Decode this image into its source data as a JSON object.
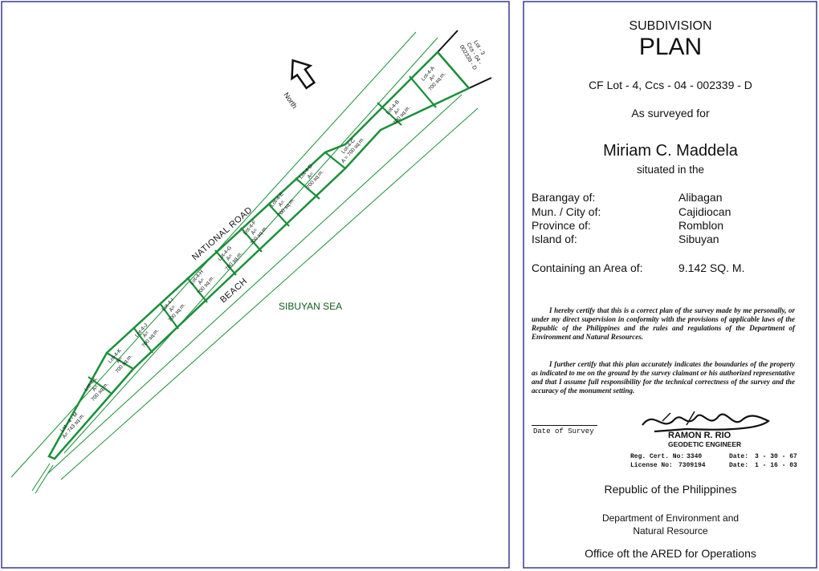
{
  "map": {
    "road_label": "NATIONAL ROAD",
    "beach_label": "BEACH",
    "sea_label": "SIBUYAN SEA",
    "north_label": "North",
    "adjacent_lot": [
      "Lot - 3",
      "Ccs - 04 -",
      "002339 - D"
    ],
    "lots": [
      {
        "name": "Lot-4-A",
        "area_label": "A=",
        "area": "700 sq.m."
      },
      {
        "name": "Lot-4-B",
        "area_label": "A=",
        "area": "700 sq.m."
      },
      {
        "name": "Lot-4-C",
        "area_label": "",
        "area": "A = 700 sq.m."
      },
      {
        "name": "Lot-4-D",
        "area_label": "A=",
        "area": "700 sq.m."
      },
      {
        "name": "Lot-4-E",
        "area_label": "A=",
        "area": "700 sq.m."
      },
      {
        "name": "Lot-4-F",
        "area_label": "A=",
        "area": "700 sq.m."
      },
      {
        "name": "Lot-4-G",
        "area_label": "A=",
        "area": "700 sq.m."
      },
      {
        "name": "Lot-4-H",
        "area_label": "A=",
        "area": "700 sq.m."
      },
      {
        "name": "Lot-4-I",
        "area_label": "A=",
        "area": "700 sq.m."
      },
      {
        "name": "Lot-4-J",
        "area_label": "A=",
        "area": "700 sq.m."
      },
      {
        "name": "Lot-4-K",
        "area_label": "A=",
        "area": "700 sq.m."
      },
      {
        "name": "Lot-4-L",
        "area_label": "A=",
        "area": "700 sq.m."
      },
      {
        "name": "Lot - 4 - M",
        "area_label": "",
        "area": "A= 743 sq.m."
      }
    ],
    "colors": {
      "lot_line": "#1a8f3a",
      "road_line": "#1a8f3a",
      "border": "#3a3a8f"
    }
  },
  "title": {
    "line1": "SUBDIVISION",
    "line2": "PLAN",
    "lot_ref": "CF Lot - 4, Ccs - 04 - 002339 - D",
    "surveyed_for": "As surveyed for",
    "owner": "Miriam C. Maddela",
    "situated": "situated in the"
  },
  "location": {
    "barangay_label": "Barangay of:",
    "barangay": "Alibagan",
    "city_label": "Mun. / City of:",
    "city": "Cajidiocan",
    "province_label": "Province of:",
    "province": "Romblon",
    "island_label": "Island of:",
    "island": "Sibuyan",
    "area_label": "Containing an Area of:",
    "area": "9.142 SQ. M."
  },
  "certification": {
    "para1": "I hereby certify that this is a correct plan of the survey made by me personally, or under my direct supervision in conformity with the provisions of applicable laws of the Republic of the Philippines and the rules and regulations of the Department of Environment and Natural Resources.",
    "para2": "I further certify that this plan accurately indicates the boundaries of the property as indicated to me on the ground by the survey claimant or his authorized representative and that I assume full responsibility for the technical correctness of the survey and the accuracy of the monument setting."
  },
  "signature": {
    "date_of_survey": "Date of Survey",
    "engineer": "RAMON R. RIO",
    "position": "GEODETIC ENGINEER",
    "reg_label": "Reg. Cert. No:",
    "reg_no": "3340",
    "reg_date_label": "Date:",
    "reg_date": "3 - 30 - 67",
    "lic_label": "License No:",
    "lic_no": "7309194",
    "lic_date_label": "Date:",
    "lic_date": "1 - 16 - 03"
  },
  "footer": {
    "republic": "Republic of the Philippines",
    "dept_line1": "Department of Environment and",
    "dept_line2": "Natural Resource",
    "office": "Office oft the ARED for Operations"
  }
}
